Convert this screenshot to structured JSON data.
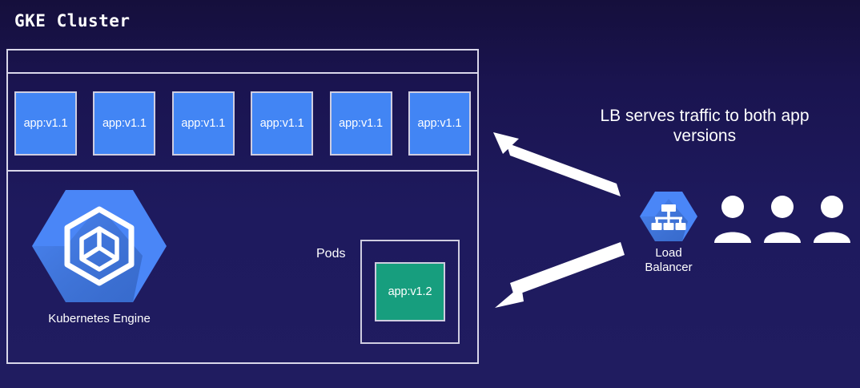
{
  "diagram": {
    "title": "GKE Cluster",
    "background_color": "#1e1a5e",
    "accent_blue": "#4285f4",
    "accent_green": "#179e7e",
    "border_color": "#cfcde0"
  },
  "cluster": {
    "pods_caption": "Pods",
    "pods_v1_1": [
      {
        "label": "app:v1.1"
      },
      {
        "label": "app:v1.1"
      },
      {
        "label": "app:v1.1"
      },
      {
        "label": "app:v1.1"
      },
      {
        "label": "app:v1.1"
      },
      {
        "label": "app:v1.1"
      }
    ],
    "pod_v1_2": {
      "label": "app:v1.2"
    },
    "kubernetes_engine": {
      "label": "Kubernetes Engine",
      "icon": "kubernetes-engine-hexagon-icon"
    }
  },
  "load_balancer": {
    "label_line_1": "Load",
    "label_line_2": "Balancer",
    "icon": "load-balancer-hexagon-icon"
  },
  "annotation": {
    "line_1": "LB serves traffic to both app",
    "line_2": "versions"
  },
  "users": {
    "count": 3,
    "icon": "user-avatar-icon"
  },
  "arrows": [
    {
      "name": "arrow-to-v1-1-pods",
      "direction": "up-left"
    },
    {
      "name": "arrow-to-v1-2-pod",
      "direction": "down-left"
    }
  ]
}
